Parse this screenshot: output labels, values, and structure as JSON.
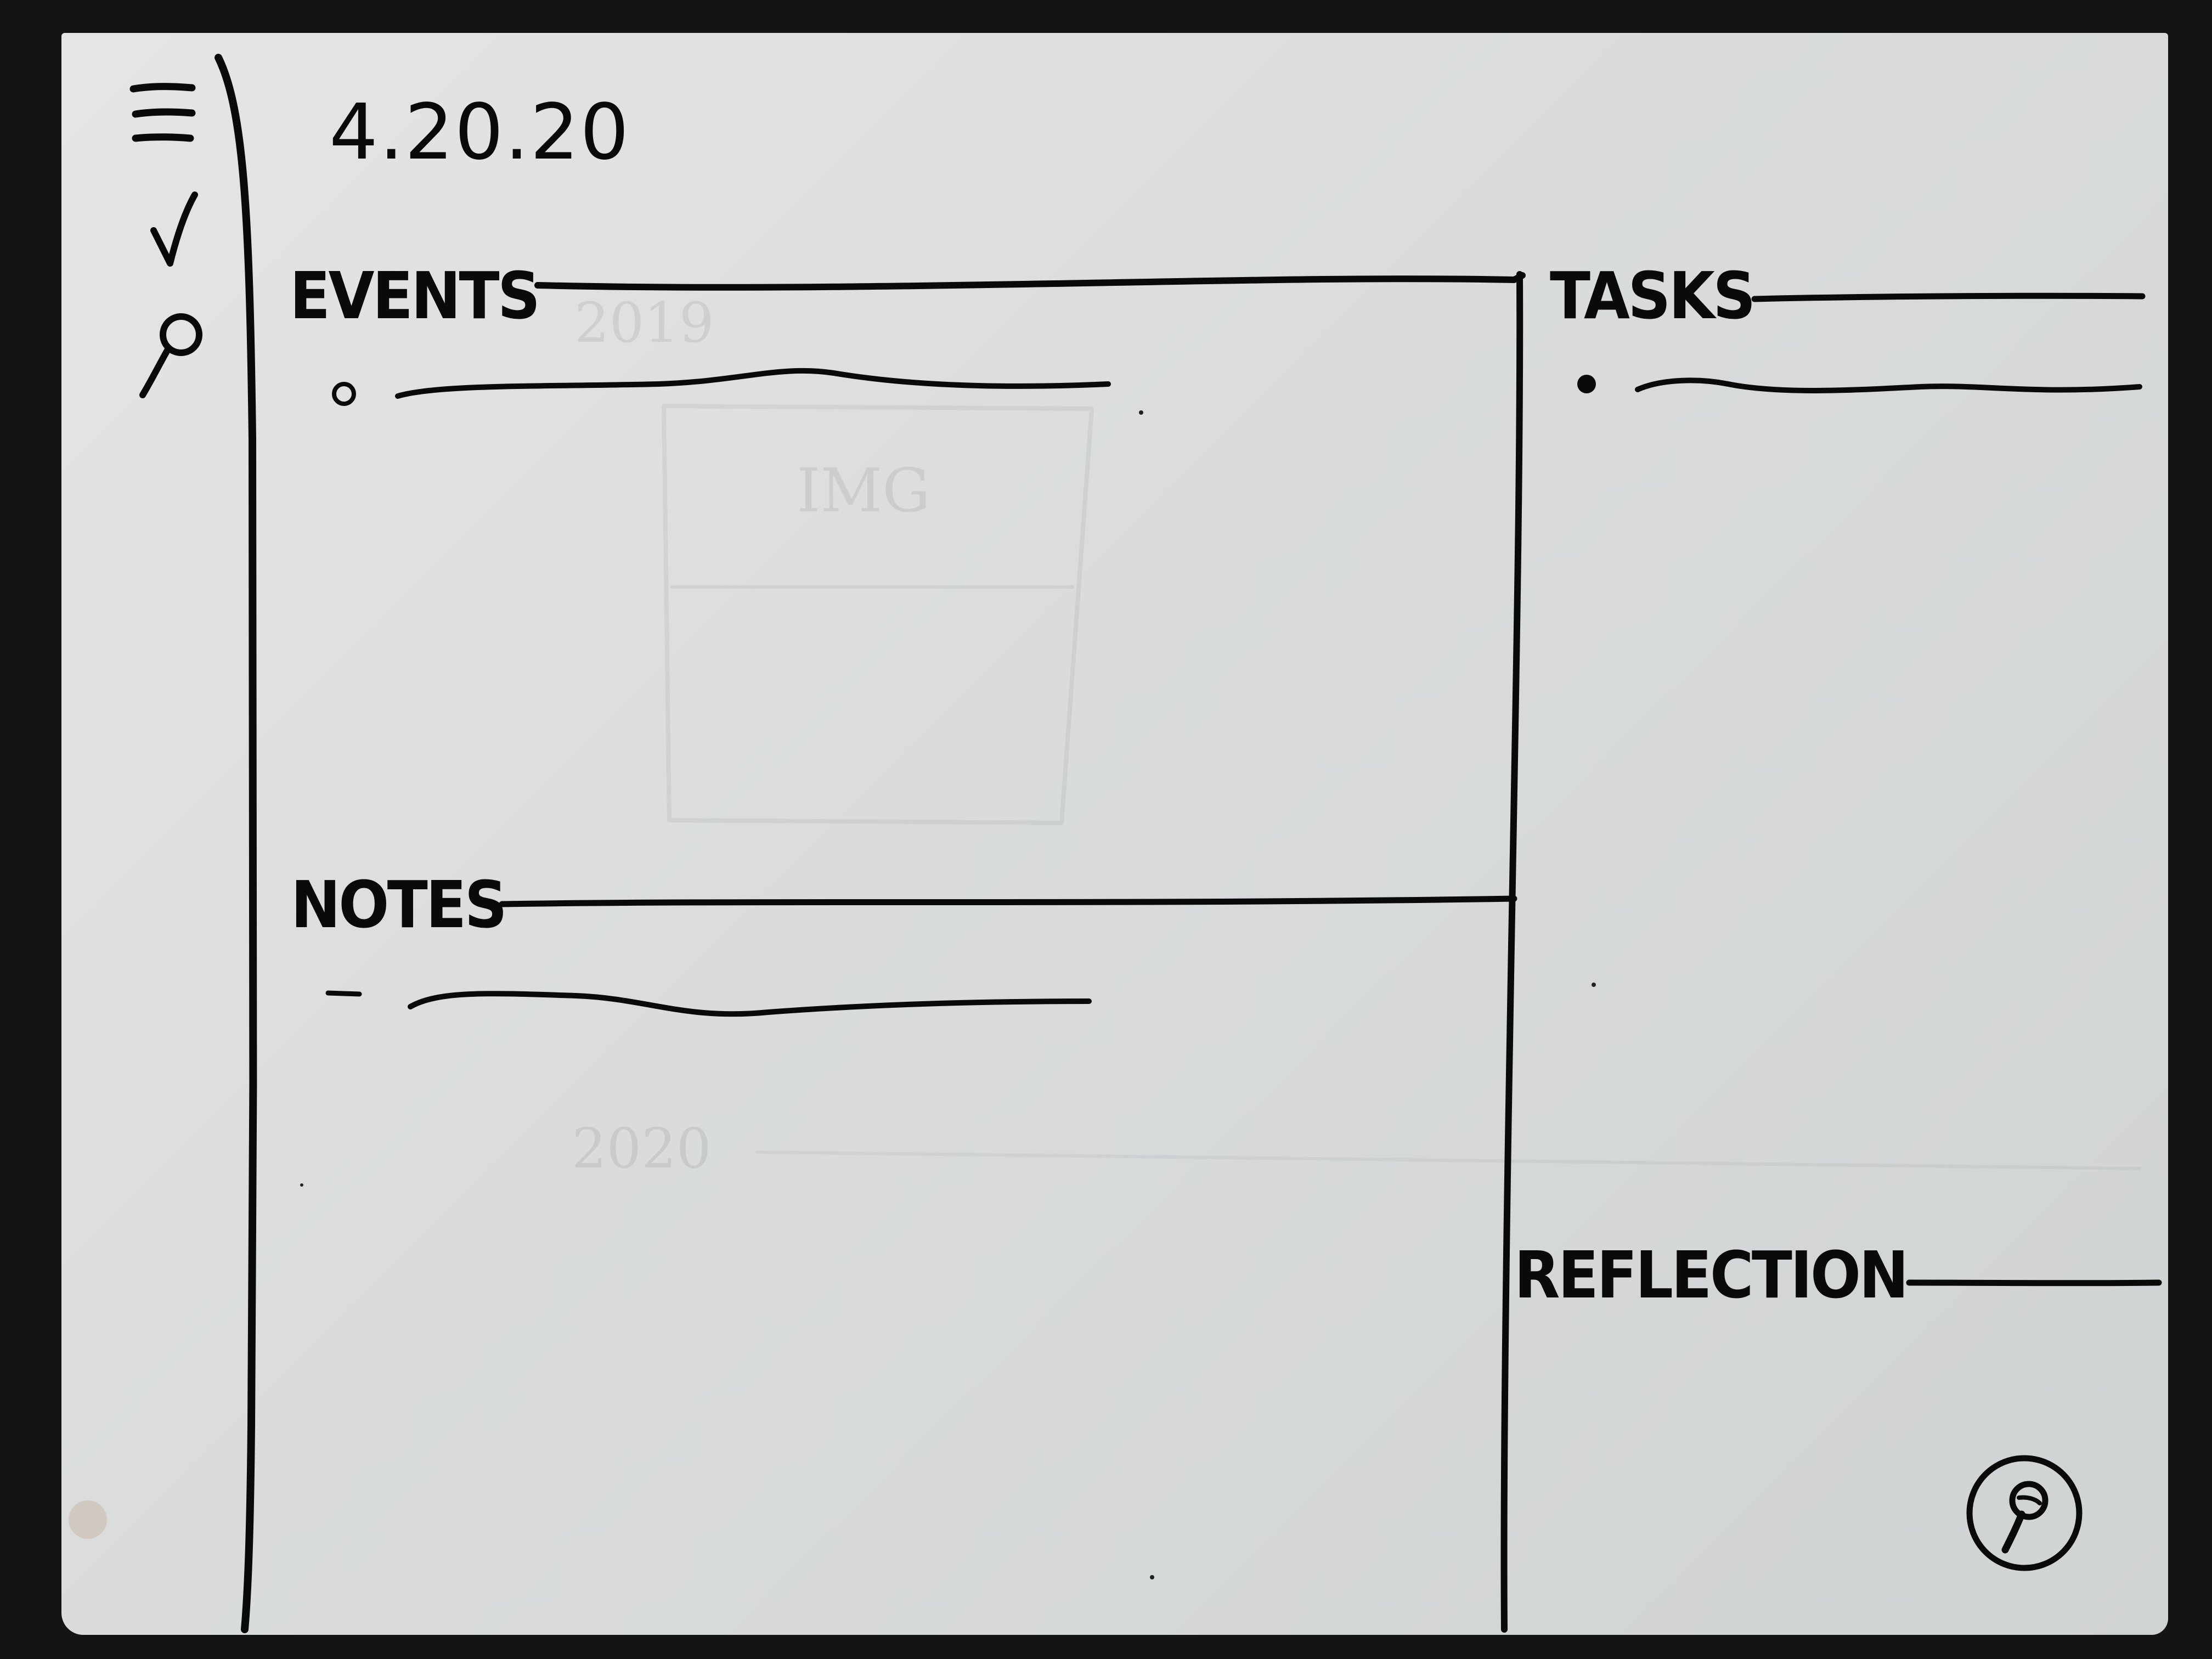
{
  "header": {
    "date": "4.20.20"
  },
  "sidebar": {
    "items": [
      {
        "icon": "menu-icon"
      },
      {
        "icon": "checkmark-icon"
      },
      {
        "icon": "search-icon"
      }
    ]
  },
  "sections": {
    "events": {
      "title": "EVENTS",
      "bullet": "circle"
    },
    "tasks": {
      "title": "TASKS",
      "bullet": "dot"
    },
    "notes": {
      "title": "NOTES",
      "bullet": "dash"
    },
    "reflection": {
      "title": "REFLECTION"
    }
  },
  "fab": {
    "icon": "search-icon"
  },
  "ghost_text": {
    "year_top": "2019",
    "image_label": "IMG",
    "year_bottom": "2020"
  },
  "colors": {
    "ink": "#0a0a0a",
    "paper": "#dde0df",
    "background": "#141414"
  }
}
